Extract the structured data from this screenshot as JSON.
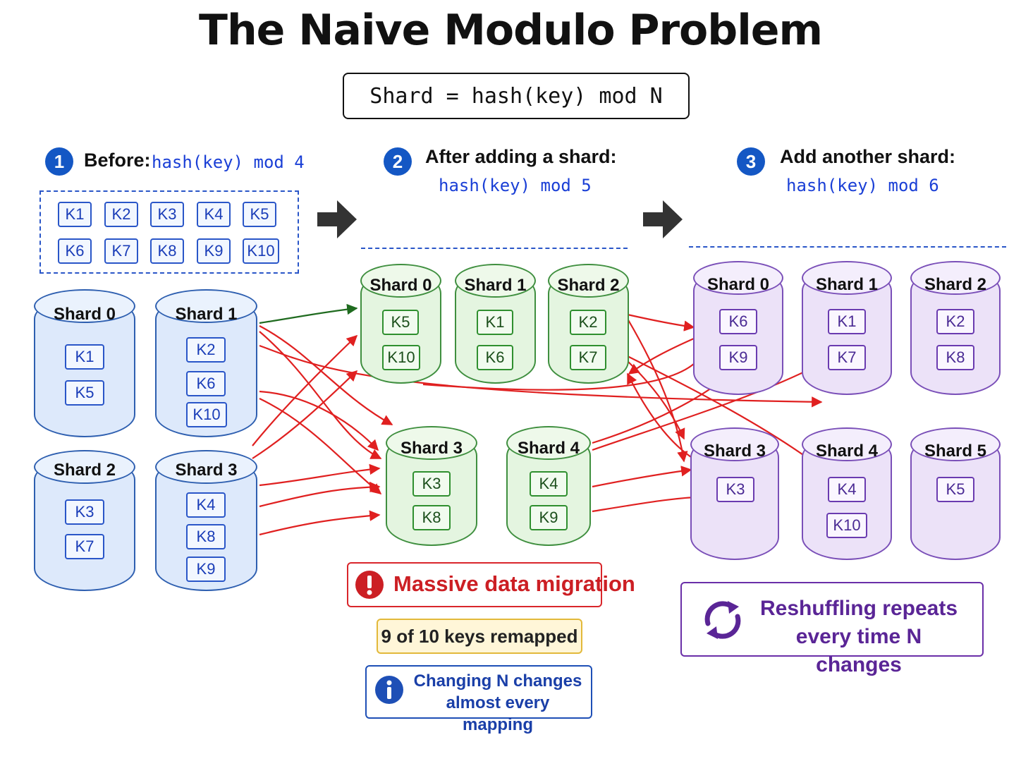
{
  "title": "The Naive Modulo Problem",
  "formula": "Shard = hash(key) mod N",
  "steps": [
    {
      "num": "1",
      "label": "Before:",
      "code": "hash(key) mod 4"
    },
    {
      "num": "2",
      "label": "After adding a shard:",
      "code": "hash(key) mod 5"
    },
    {
      "num": "3",
      "label": "Add another shard:",
      "code": "hash(key) mod 6"
    }
  ],
  "all_keys": [
    "K1",
    "K2",
    "K3",
    "K4",
    "K5",
    "K6",
    "K7",
    "K8",
    "K9",
    "K10"
  ],
  "phase1": {
    "shards": [
      {
        "name": "Shard 0",
        "keys": [
          "K1",
          "K5"
        ]
      },
      {
        "name": "Shard 1",
        "keys": [
          "K2",
          "K6",
          "K10"
        ]
      },
      {
        "name": "Shard 2",
        "keys": [
          "K3",
          "K7"
        ]
      },
      {
        "name": "Shard 3",
        "keys": [
          "K4",
          "K8",
          "K9"
        ]
      }
    ]
  },
  "phase2": {
    "shards": [
      {
        "name": "Shard 0",
        "keys": [
          "K5",
          "K10"
        ]
      },
      {
        "name": "Shard 1",
        "keys": [
          "K1",
          "K6"
        ]
      },
      {
        "name": "Shard 2",
        "keys": [
          "K2",
          "K7"
        ]
      },
      {
        "name": "Shard 3",
        "keys": [
          "K3",
          "K8"
        ]
      },
      {
        "name": "Shard 4",
        "keys": [
          "K4",
          "K9"
        ]
      }
    ]
  },
  "phase3": {
    "shards": [
      {
        "name": "Shard 0",
        "keys": [
          "K6",
          "K9"
        ]
      },
      {
        "name": "Shard 1",
        "keys": [
          "K1",
          "K7"
        ]
      },
      {
        "name": "Shard 2",
        "keys": [
          "K2",
          "K8"
        ]
      },
      {
        "name": "Shard 3",
        "keys": [
          "K3"
        ]
      },
      {
        "name": "Shard 4",
        "keys": [
          "K4",
          "K10"
        ]
      },
      {
        "name": "Shard 5",
        "keys": [
          "K5"
        ]
      }
    ]
  },
  "callouts": {
    "alert": "Massive data migration",
    "remapped": "9 of 10 keys remapped",
    "info": "Changing N changes almost every mapping",
    "reshuffle": "Reshuffling repeats every time N changes"
  },
  "icons": [
    "exclamation-icon",
    "info-icon",
    "cycle-arrows-icon",
    "right-arrow-icon"
  ],
  "colors": {
    "blue": "#2e5fb0",
    "green": "#3f8f3f",
    "purple": "#7a4fb8",
    "migration_arrow": "#e02020",
    "kept_arrow": "#1f6b1f",
    "alert": "#d9262b",
    "remap_fill": "#fff6d8",
    "info": "#1e4fb6"
  }
}
